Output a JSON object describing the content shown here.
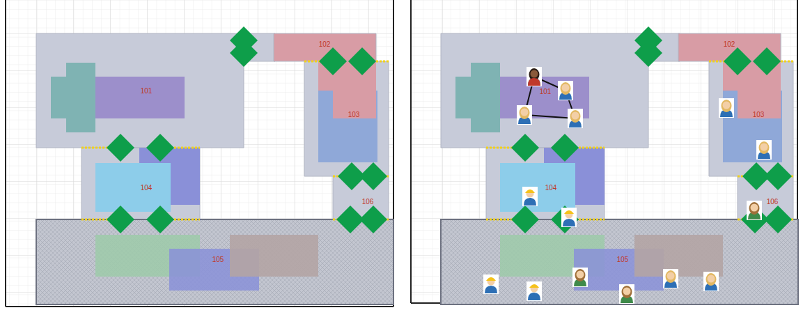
{
  "diagram": {
    "nodes": [
      {
        "text": [
          "101"
        ]
      },
      {
        "text": [
          "102"
        ]
      },
      {
        "text": [
          "103"
        ]
      },
      {
        "text": [
          "104"
        ]
      },
      {
        "text": [
          "105"
        ]
      },
      {
        "text": [
          "106"
        ]
      },
      {
        "text": [
          "101"
        ]
      },
      {
        "text": [
          "102"
        ]
      },
      {
        "text": [
          "103"
        ]
      },
      {
        "text": [
          "104"
        ]
      },
      {
        "text": [
          "105"
        ]
      },
      {
        "text": [
          "106"
        ]
      }
    ]
  }
}
